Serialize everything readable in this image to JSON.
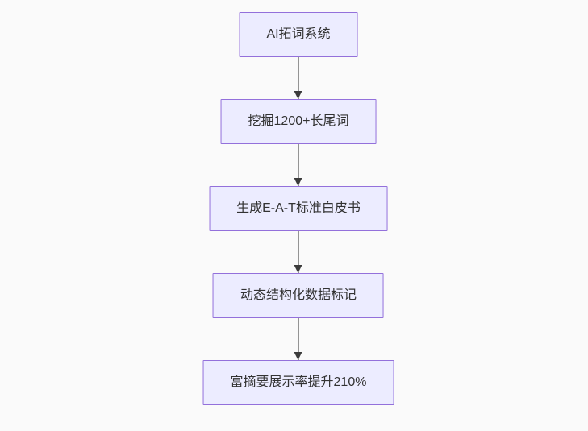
{
  "canvas": {
    "background_color": "#fafafa"
  },
  "flowchart": {
    "type": "flowchart",
    "direction": "top-down",
    "colors": {
      "canvas_bg": "#fafafa",
      "node_fill": "#ececff",
      "node_border": "#9370db",
      "node_text": "#333333",
      "edge": "#3b3b3b"
    },
    "nodes": [
      {
        "label": "AI拓词系统"
      },
      {
        "label": "挖掘1200+长尾词"
      },
      {
        "label": "生成E-A-T标准白皮书"
      },
      {
        "label": "动态结构化数据标记"
      },
      {
        "label": "富摘要展示率提升210%"
      }
    ],
    "edges": [
      {
        "from": 0,
        "to": 1
      },
      {
        "from": 1,
        "to": 2
      },
      {
        "from": 2,
        "to": 3
      },
      {
        "from": 3,
        "to": 4
      }
    ]
  }
}
